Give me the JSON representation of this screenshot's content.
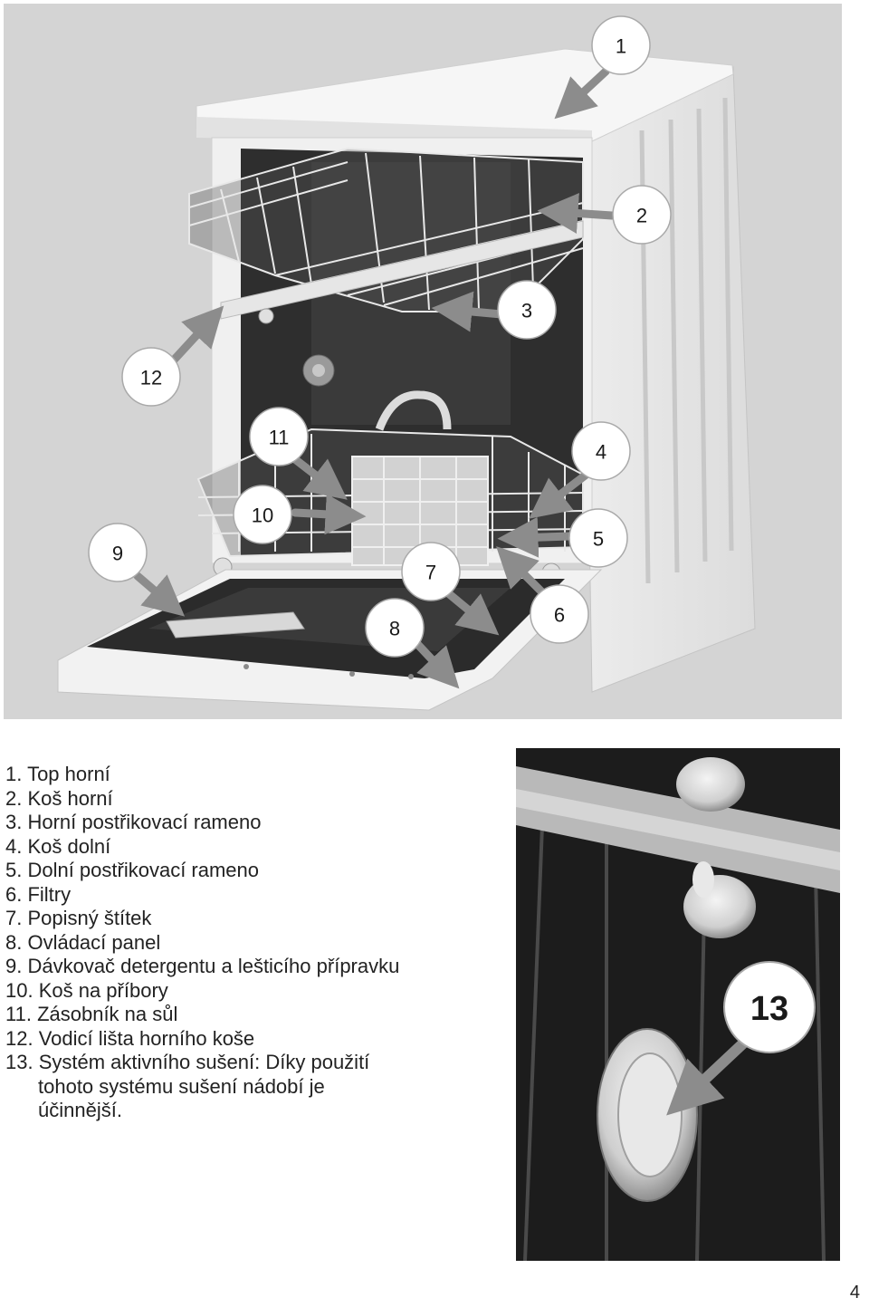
{
  "main_callouts": [
    "1",
    "2",
    "3",
    "4",
    "5",
    "6",
    "7",
    "8",
    "9",
    "10",
    "11",
    "12"
  ],
  "detail_callout": "13",
  "parts": [
    "1. Top horní",
    "2. Koš horní",
    "3. Horní postřikovací rameno",
    "4. Koš dolní",
    "5. Dolní postřikovací rameno",
    "6. Filtry",
    "7. Popisný štítek",
    "8. Ovládací panel",
    "9. Dávkovač detergentu a lešticího přípravku",
    "10. Koš na příbory",
    "11. Zásobník na sůl",
    "12. Vodicí lišta horního koše"
  ],
  "part_13": {
    "first_line": "13. Systém aktivního sušení: Díky použití",
    "second_line": "tohoto systému sušení nádobí je",
    "third_line": "účinnější."
  },
  "page_number": "4",
  "colors": {
    "background_gray": "#d4d4d4",
    "appliance_white": "#f4f4f4",
    "tub_dark": "#2e2e2e",
    "callout_circle": "#ffffff",
    "callout_arrow": "#8c8c8c",
    "detail_background": "#1c1c1c"
  }
}
